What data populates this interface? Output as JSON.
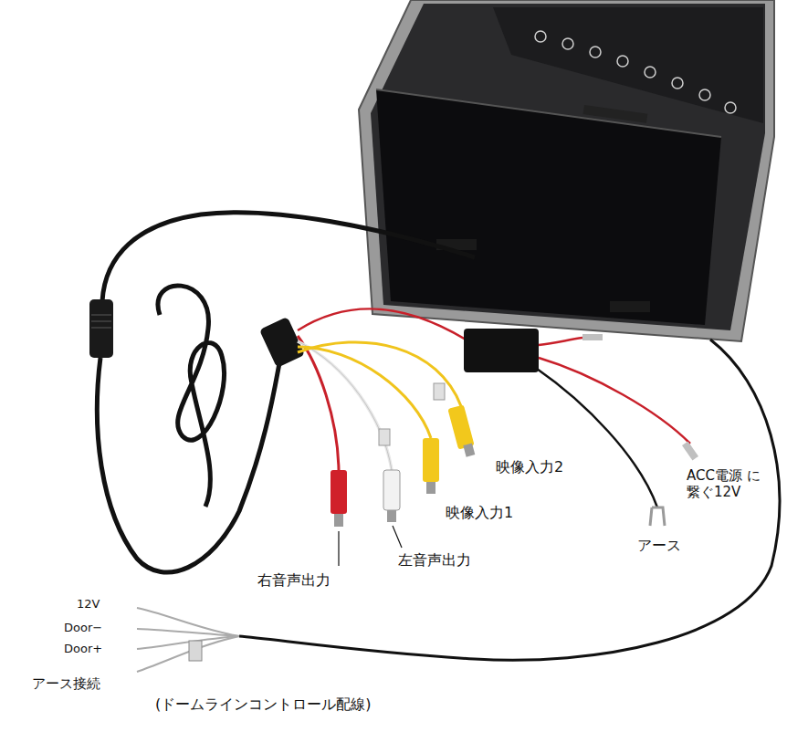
{
  "diagram": {
    "labels": [
      "映像入力2",
      "映像入力1",
      "ACC電源 に繋ぐ12V",
      "アース",
      "右音声出力",
      "左音声出力",
      "12V",
      "Door−",
      "Door+",
      "アース接続",
      "(ドームラインコントロール配線)"
    ]
  }
}
